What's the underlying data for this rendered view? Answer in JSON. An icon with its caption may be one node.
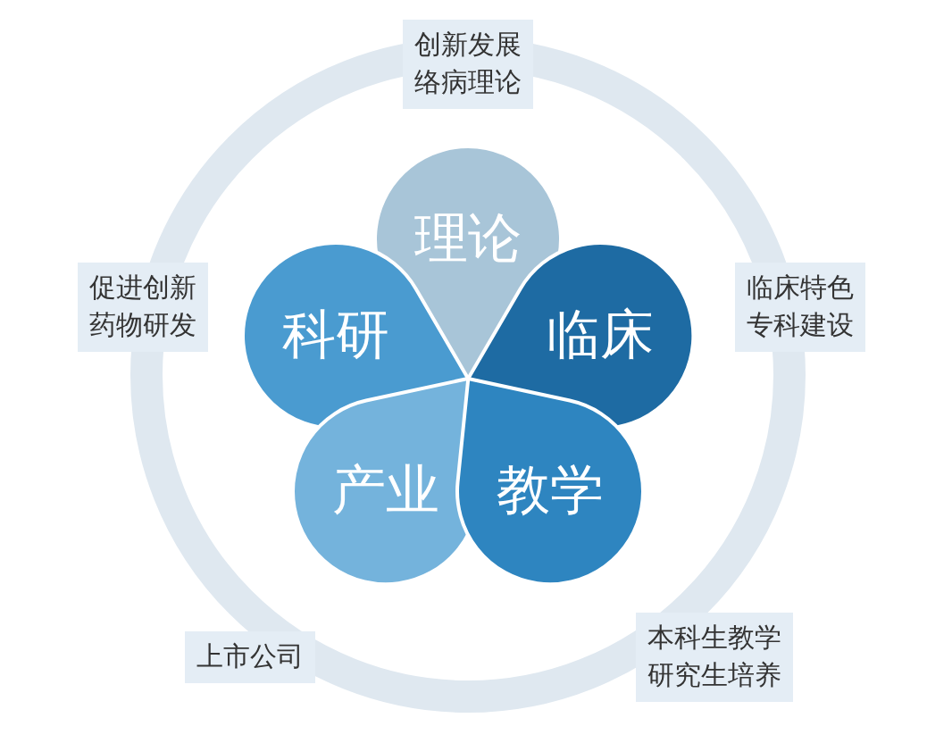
{
  "diagram": {
    "nodes": [
      {
        "text": [
          "创新发展络病理论"
        ]
      },
      {
        "text": [
          "理论"
        ]
      },
      {
        "text": [
          "促进创新药物研发"
        ]
      },
      {
        "text": [
          "科研"
        ]
      },
      {
        "text": [
          "临床"
        ]
      },
      {
        "text": [
          "临床特色专科建设"
        ]
      },
      {
        "text": [
          "产业"
        ]
      },
      {
        "text": [
          "教学"
        ]
      },
      {
        "text": [
          "上市公司"
        ]
      },
      {
        "text": [
          "本科生教学研究生培养"
        ]
      }
    ],
    "edges": []
  }
}
